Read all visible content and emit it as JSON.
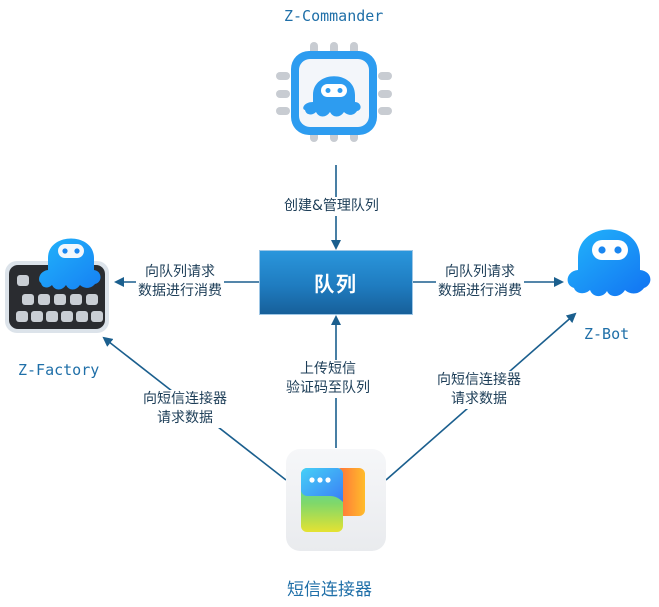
{
  "diagram": {
    "nodes": {
      "commander": {
        "label": "Z-Commander",
        "icon": "octopus-chip-icon"
      },
      "queue": {
        "label": "队列"
      },
      "factory": {
        "label": "Z-Factory",
        "icon": "octopus-keyboard-icon"
      },
      "bot": {
        "label": "Z-Bot",
        "icon": "octopus-icon"
      },
      "sms": {
        "label": "短信连接器",
        "icon": "sms-chat-app-icon"
      }
    },
    "edges": [
      {
        "from": "commander",
        "to": "queue",
        "label": "创建&管理队列"
      },
      {
        "from": "queue",
        "to": "factory",
        "label_lines": [
          "向队列请求",
          "数据进行消费"
        ]
      },
      {
        "from": "queue",
        "to": "bot",
        "label_lines": [
          "向队列请求",
          "数据进行消费"
        ]
      },
      {
        "from": "sms",
        "to": "queue",
        "label_lines": [
          "上传短信",
          "验证码至队列"
        ]
      },
      {
        "from": "sms",
        "to": "factory",
        "label_lines": [
          "向短信连接器",
          "请求数据"
        ]
      },
      {
        "from": "sms",
        "to": "bot",
        "label_lines": [
          "向短信连接器",
          "请求数据"
        ]
      }
    ],
    "colors": {
      "line": "#1b5f8e",
      "title_text": "#1f6fa8",
      "label_text": "#1c3d57",
      "queue_fill": "#1f7cc0",
      "octopus_blue": "#2d9cf0"
    }
  }
}
